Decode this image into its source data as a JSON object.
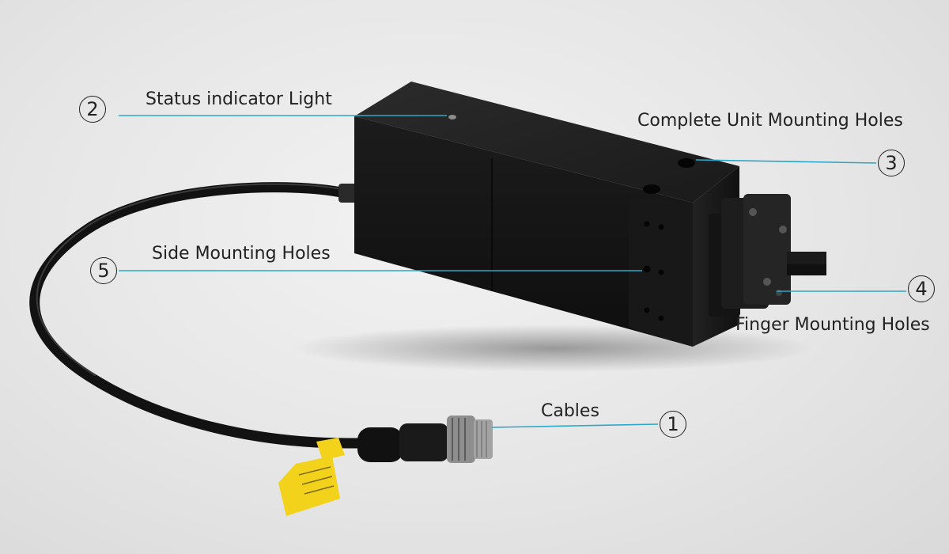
{
  "callouts": [
    {
      "number": "1",
      "label": "Cables"
    },
    {
      "number": "2",
      "label": "Status indicator Light"
    },
    {
      "number": "3",
      "label": "Complete Unit Mounting Holes"
    },
    {
      "number": "4",
      "label": "Finger Mounting Holes"
    },
    {
      "number": "5",
      "label": "Side Mounting Holes"
    }
  ],
  "colors": {
    "leader_line": "#2aa7c9",
    "body": "#151515",
    "background": "#e6e6e6",
    "tag": "#f2d21b"
  },
  "icons": [
    "gripper-body-icon",
    "cable-icon",
    "connector-icon",
    "yellow-tag-icon"
  ]
}
